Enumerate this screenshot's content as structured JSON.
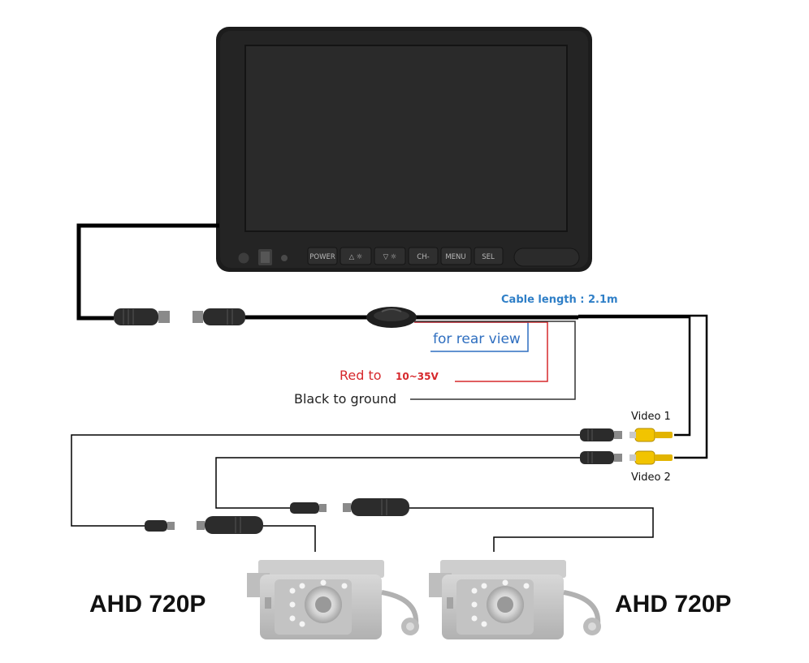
{
  "monitor": {
    "buttons": [
      "POWER",
      "△ ☼",
      "▽ ☼",
      "CH-",
      "MENU",
      "SEL"
    ]
  },
  "labels": {
    "cable_length": "Cable length : 2.1m",
    "rear_view": "for rear view",
    "red_prefix": "Red to",
    "red_voltage": "10~35V",
    "black_ground": "Black to ground",
    "video1": "Video 1",
    "video2": "Video 2",
    "camera_left": "AHD 720P",
    "camera_right": "AHD 720P"
  },
  "colors": {
    "cable_length_text": "#2f7fc7",
    "rear_view_line": "#2f6fc0",
    "red_line": "#d6282c",
    "rca_yellow": "#f2c400"
  }
}
